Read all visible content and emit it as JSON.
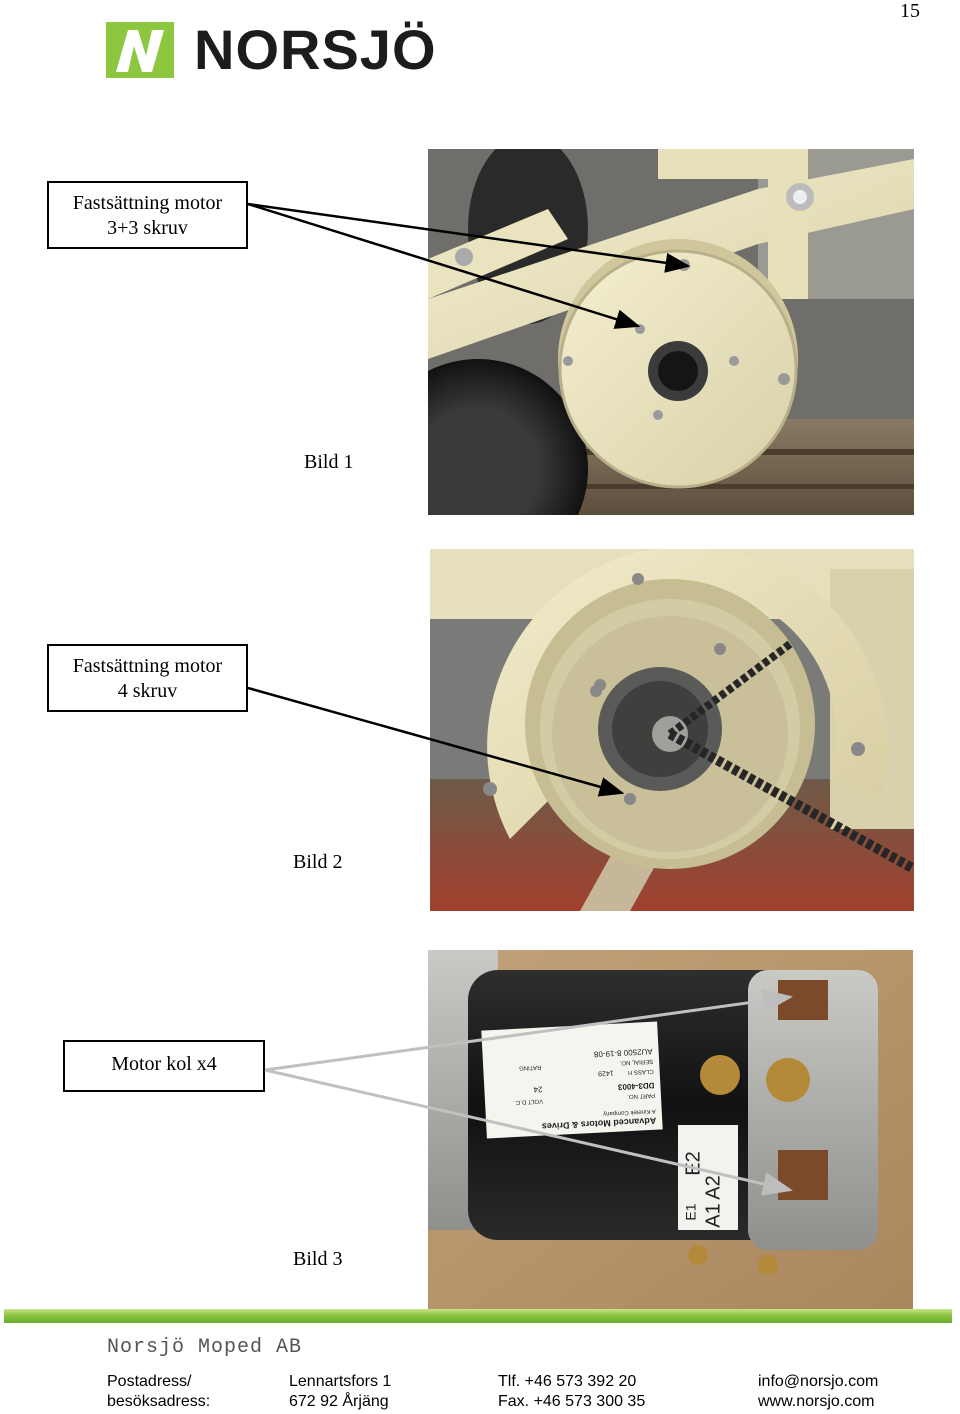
{
  "page_number": "15",
  "logo": {
    "brand": "NORSJÖ",
    "brand_color": "#8dc63f"
  },
  "callouts": [
    {
      "line1": "Fastsättning motor",
      "line2": "3+3 skruv",
      "caption": "Bild 1"
    },
    {
      "line1": "Fastsättning motor",
      "line2": "4 skruv",
      "caption": "Bild 2"
    },
    {
      "line1": "Motor kol x4",
      "caption": "Bild 3"
    }
  ],
  "motor_label": {
    "brand": "Advanced Motors & Drives",
    "company": "A Kinetek Company",
    "part_no_label": "PART NO.",
    "part_no": "DD3-4003",
    "serial_label": "SERIAL NO.",
    "serial": "AU2500 8-19-08",
    "volt_label": "VOLT D.C.",
    "volt": "24",
    "class_label": "CLASS H",
    "class_val": "1429",
    "rating_label": "RATING",
    "terminals": [
      "E2",
      "A2",
      "A1",
      "E1"
    ]
  },
  "footer": {
    "company": "Norsjö Moped AB",
    "address_label_1": "Postadress/",
    "address_label_2": "besöksadress:",
    "street": "Lennartsfors 1",
    "city": "672 92 Årjäng",
    "phone": "Tlf. +46 573 392 20",
    "fax": "Fax. +46 573 300 35",
    "email": "info@norsjo.com",
    "web": "www.norsjo.com"
  }
}
